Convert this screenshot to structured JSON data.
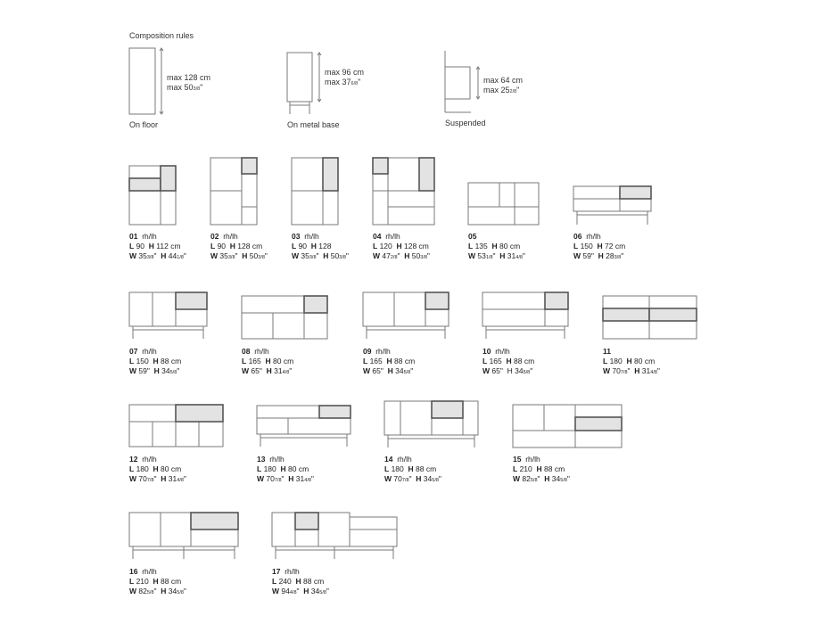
{
  "title": "Composition rules",
  "rules": [
    {
      "label": "On floor",
      "line1": "max 128 cm",
      "line2_main": "max 50",
      "line2_frac": "3/8",
      "line2_suffix": "\""
    },
    {
      "label": "On metal base",
      "line1": "max 96 cm",
      "line2_main": "max 37",
      "line2_frac": "6/8",
      "line2_suffix": "\""
    },
    {
      "label": "Suspended",
      "line1": "max 64 cm",
      "line2_main": "max 25",
      "line2_frac": "2/8",
      "line2_suffix": "\""
    }
  ],
  "colors": {
    "line": "#7a7a7a",
    "shaded_panel": "#e3e3e3",
    "shaded_border": "#555555"
  },
  "items": [
    {
      "num": "01",
      "hand": "rh/lh",
      "L": "90",
      "H_cm": "112 cm",
      "W_in": "35",
      "W_frac": "3/8",
      "H_in": "44",
      "H_frac": "1/8"
    },
    {
      "num": "02",
      "hand": "rh/lh",
      "L": "90",
      "H_cm": "128 cm",
      "W_in": "35",
      "W_frac": "3/8",
      "H_in": "50",
      "H_frac": "3/8"
    },
    {
      "num": "03",
      "hand": "rh/lh",
      "L": "90",
      "H_cm": "128",
      "W_in": "35",
      "W_frac": "3/8",
      "H_in": "50",
      "H_frac": "3/8"
    },
    {
      "num": "04",
      "hand": "rh/lh",
      "L": "120",
      "H_cm": "128 cm",
      "W_in": "47",
      "W_frac": "2/8",
      "H_in": "50",
      "H_frac": "3/8"
    },
    {
      "num": "05",
      "hand": "",
      "L": "135",
      "H_cm": "80 cm",
      "W_in": "53",
      "W_frac": "1/8",
      "H_in": "31",
      "H_frac": "4/8"
    },
    {
      "num": "06",
      "hand": "rh/lh",
      "L": "150",
      "H_cm": "72 cm",
      "W_in": "59",
      "W_frac": "",
      "H_in": "28",
      "H_frac": "3/8"
    },
    {
      "num": "07",
      "hand": "rh/lh",
      "L": "150",
      "H_cm": "88 cm",
      "W_in": "59",
      "W_frac": "",
      "H_in": "34",
      "H_frac": "5/8"
    },
    {
      "num": "08",
      "hand": "rh/lh",
      "L": "165",
      "H_cm": "80 cm",
      "W_in": "65",
      "W_frac": "",
      "H_in": "31",
      "H_frac": "4/8"
    },
    {
      "num": "09",
      "hand": "rh/lh",
      "L": "165",
      "H_cm": "88 cm",
      "W_in": "65",
      "W_frac": "",
      "H_in": "34",
      "H_frac": "5/8"
    },
    {
      "num": "10",
      "hand": "rh/lh",
      "L": "165",
      "H_cm": "88 cm",
      "W_in": "65",
      "W_frac": "",
      "H_in": "34",
      "H_frac": "5/8"
    },
    {
      "num": "11",
      "hand": "",
      "L": "180",
      "H_cm": "80 cm",
      "W_in": "70",
      "W_frac": "7/8",
      "H_in": "31",
      "H_frac": "4/8"
    },
    {
      "num": "12",
      "hand": "rh/lh",
      "L": "180",
      "H_cm": "80 cm",
      "W_in": "70",
      "W_frac": "7/8",
      "H_in": "31",
      "H_frac": "4/8"
    },
    {
      "num": "13",
      "hand": "rh/lh",
      "L": "180",
      "H_cm": "80 cm",
      "W_in": "70",
      "W_frac": "7/8",
      "H_in": "31",
      "H_frac": "4/8"
    },
    {
      "num": "14",
      "hand": "rh/lh",
      "L": "180",
      "H_cm": "88 cm",
      "W_in": "70",
      "W_frac": "7/8",
      "H_in": "34",
      "H_frac": "5/8"
    },
    {
      "num": "15",
      "hand": "rh/lh",
      "L": "210",
      "H_cm": "88 cm",
      "W_in": "82",
      "W_frac": "5/8",
      "H_in": "34",
      "H_frac": "5/8"
    },
    {
      "num": "16",
      "hand": "rh/lh",
      "L": "210",
      "H_cm": "88 cm",
      "W_in": "82",
      "W_frac": "5/8",
      "H_in": "34",
      "H_frac": "5/8"
    },
    {
      "num": "17",
      "hand": "rh/lh",
      "L": "240",
      "H_cm": "88 cm",
      "W_in": "94",
      "W_frac": "4/8",
      "H_in": "34",
      "H_frac": "5/8"
    }
  ]
}
